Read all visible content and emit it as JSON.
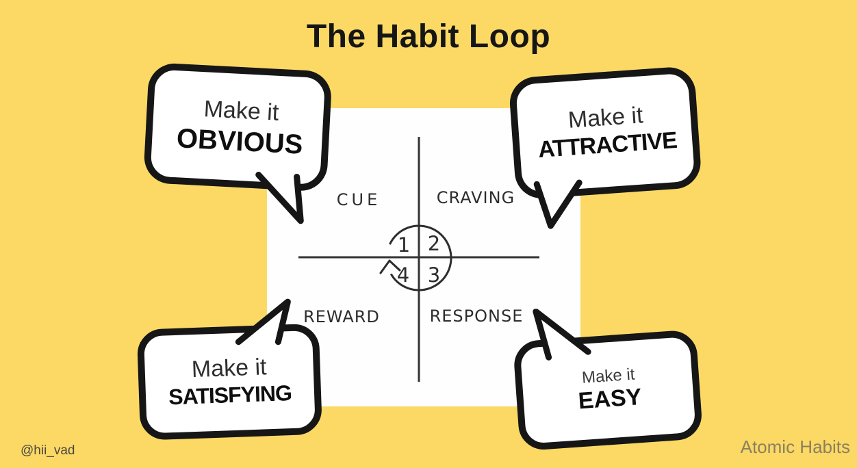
{
  "title": "The Habit Loop",
  "bubbles": {
    "obvious": {
      "line1": "Make it",
      "line2": "OBVIOUS"
    },
    "attractive": {
      "line1": "Make it",
      "line2": "ATTRACTIVE"
    },
    "satisfying": {
      "line1": "Make it",
      "line2": "SATISFYING"
    },
    "easy": {
      "line1": "Make it",
      "line2": "EASY"
    }
  },
  "diagram": {
    "quadrants": {
      "top_left": "CUE",
      "top_right": "CRAVING",
      "bottom_left": "REWARD",
      "bottom_right": "RESPONSE"
    },
    "steps": {
      "one": "1",
      "two": "2",
      "three": "3",
      "four": "4"
    }
  },
  "footer": {
    "watermark": "@hii_vad",
    "credit": "Atomic Habits"
  },
  "colors": {
    "background": "#FBD964",
    "ink": "#161616",
    "bubble_fill": "#FFFFFF",
    "watermark_text": "#4B4843",
    "credit_text": "#8A8060"
  }
}
